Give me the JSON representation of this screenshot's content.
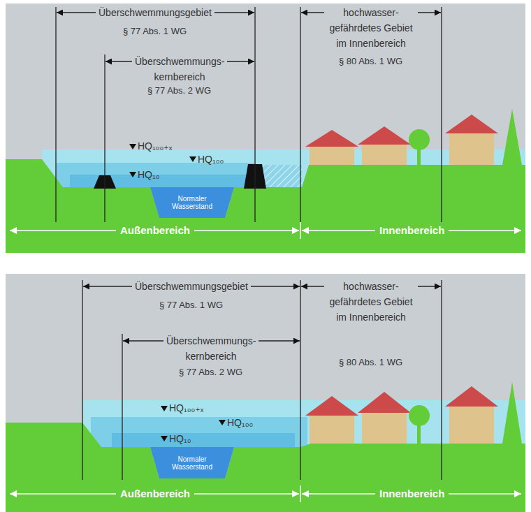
{
  "diagram": {
    "nodes": [
      {
        "text": [
          "Normaler Wasserstand"
        ]
      },
      {
        "text": [
          "Normaler Wasserstand"
        ]
      }
    ],
    "labels": [
      "Überschwemmungsgebiet",
      "§ 77 Abs. 1 WG",
      "Überschwemmungs- kernbereich",
      "§ 77 Abs. 2 WG",
      "hochwasser- gefährdetes Gebiet im Innenbereich",
      "§ 80 Abs. 1 WG",
      "HQ₁₀₀₊ₓ",
      "HQ₁₀₀",
      "HQ₁₀",
      "Außenbereich",
      "Innenbereich",
      "Überschwemmungsgebiet",
      "§ 77 Abs. 1 WG",
      "Überschwemmungs- kernbereich",
      "§ 77 Abs. 2 WG",
      "hochwasser- gefährdetes Gebiet im Innenbereich",
      "§ 80 Abs. 1 WG",
      "HQ₁₀₀₊ₓ",
      "HQ₁₀₀",
      "HQ₁₀",
      "Außenbereich",
      "Innenbereich"
    ]
  }
}
